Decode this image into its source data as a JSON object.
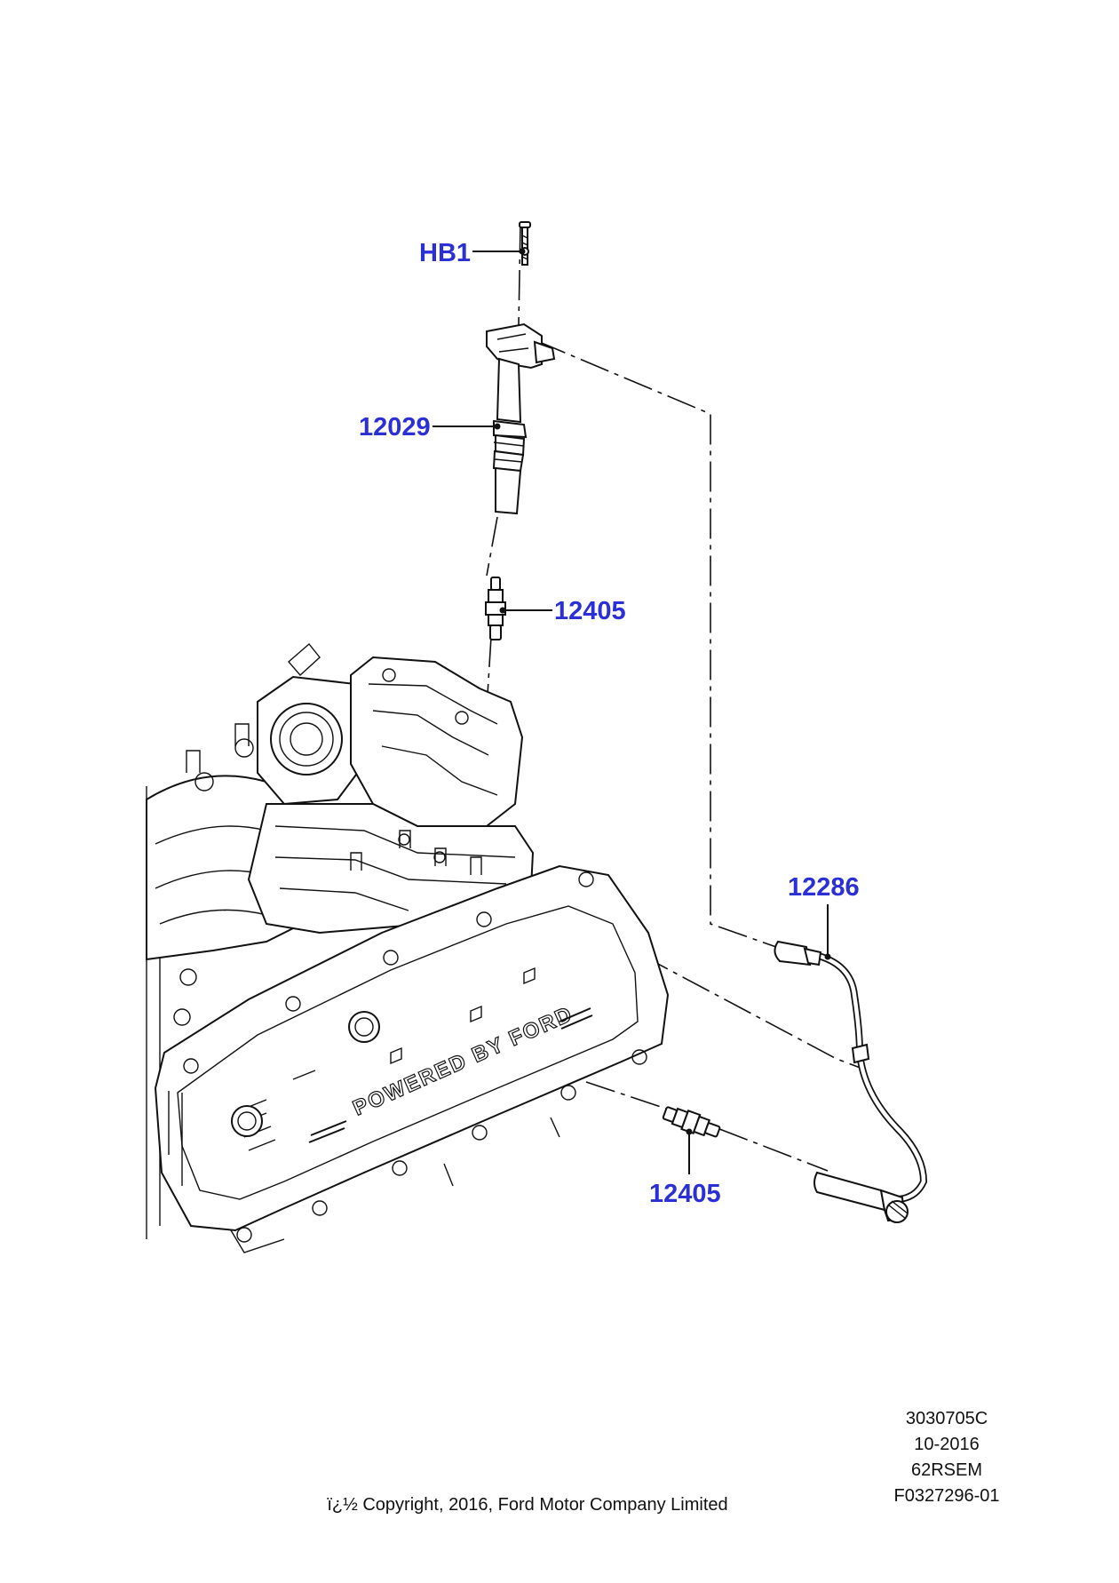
{
  "callouts": {
    "hb1": "HB1",
    "coil": "12029",
    "plug_top": "12405",
    "lead": "12286",
    "plug_bottom": "12405"
  },
  "engine": {
    "cover_text": "POWERED BY FORD"
  },
  "info": {
    "line1": "3030705C",
    "line2": "10-2016",
    "line3": "62RSEM",
    "line4": "F0327296-01",
    "copyright": "ï¿½ Copyright, 2016, Ford Motor Company Limited"
  },
  "colors": {
    "callout": "#2b2fd6",
    "line": "#111111",
    "background": "#ffffff"
  }
}
